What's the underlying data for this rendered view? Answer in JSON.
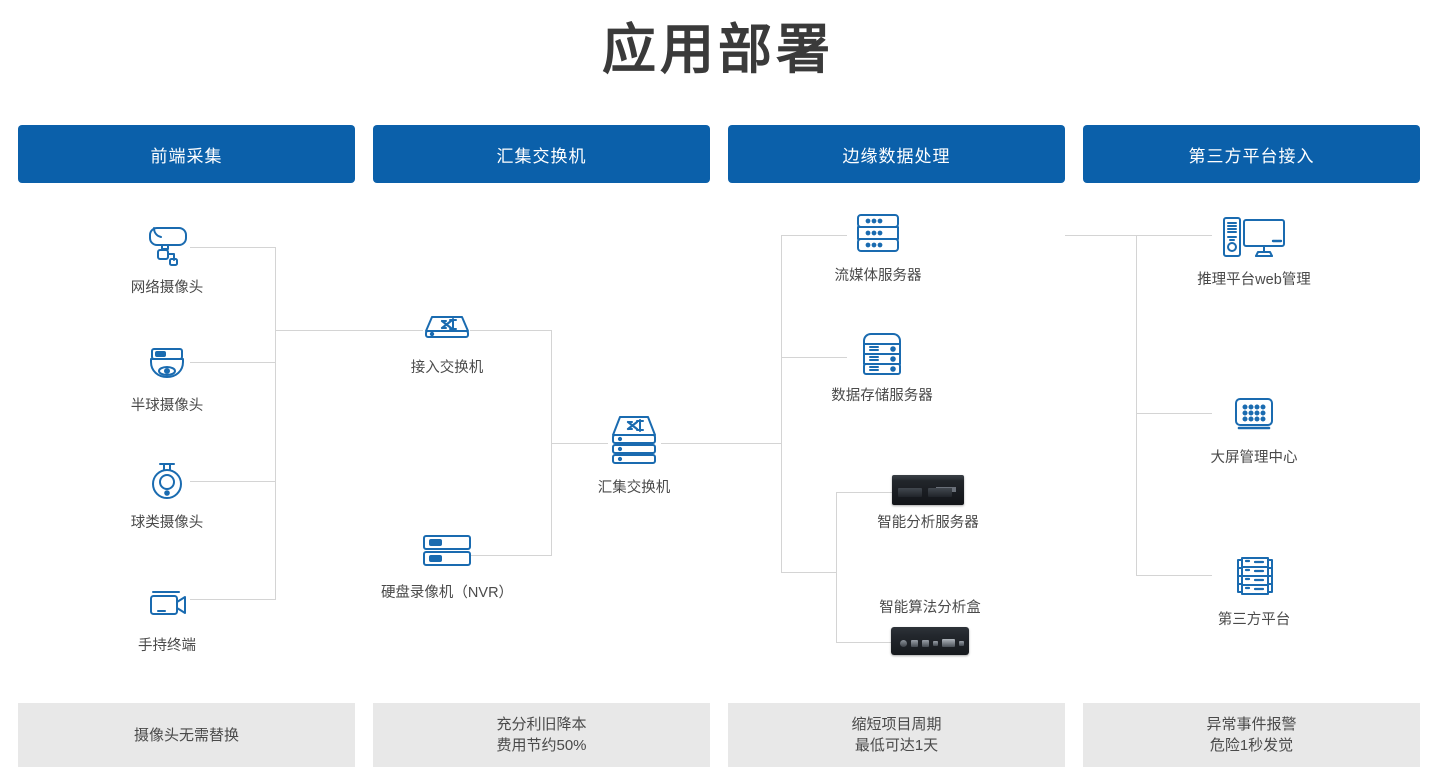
{
  "page": {
    "title": "应用部署",
    "accent_color": "#0b60aa",
    "icon_color": "#1a6bb0",
    "line_color": "#d4d4d4",
    "footer_bg": "#e8e8e8"
  },
  "columns": [
    {
      "header": "前端采集",
      "footer_lines": [
        "摄像头无需替换"
      ],
      "nodes": [
        {
          "label": "网络摄像头",
          "icon": "bullet-camera-icon"
        },
        {
          "label": "半球摄像头",
          "icon": "dome-camera-icon"
        },
        {
          "label": "球类摄像头",
          "icon": "ptz-camera-icon"
        },
        {
          "label": "手持终端",
          "icon": "handheld-camcorder-icon"
        }
      ]
    },
    {
      "header": "汇集交换机",
      "footer_lines": [
        "充分利旧降本",
        "费用节约50%"
      ],
      "nodes": [
        {
          "label": "接入交换机",
          "icon": "access-switch-icon"
        },
        {
          "label": "硬盘录像机（NVR）",
          "icon": "nvr-icon"
        },
        {
          "label": "汇集交换机",
          "icon": "aggregation-switch-icon"
        }
      ]
    },
    {
      "header": "边缘数据处理",
      "footer_lines": [
        "缩短项目周期",
        "最低可达1天"
      ],
      "nodes": [
        {
          "label": "流媒体服务器",
          "icon": "streaming-server-icon"
        },
        {
          "label": "数据存储服务器",
          "icon": "storage-server-icon"
        },
        {
          "label": "智能分析服务器",
          "icon": "ai-analysis-server-photo"
        },
        {
          "label": "智能算法分析盒",
          "icon": "ai-algorithm-box-photo"
        }
      ]
    },
    {
      "header": "第三方平台接入",
      "footer_lines": [
        "异常事件报警",
        "危险1秒发觉"
      ],
      "nodes": [
        {
          "label": "推理平台web管理",
          "icon": "desktop-pc-icon"
        },
        {
          "label": "大屏管理中心",
          "icon": "video-wall-icon"
        },
        {
          "label": "第三方平台",
          "icon": "third-party-platform-icon"
        }
      ]
    }
  ]
}
